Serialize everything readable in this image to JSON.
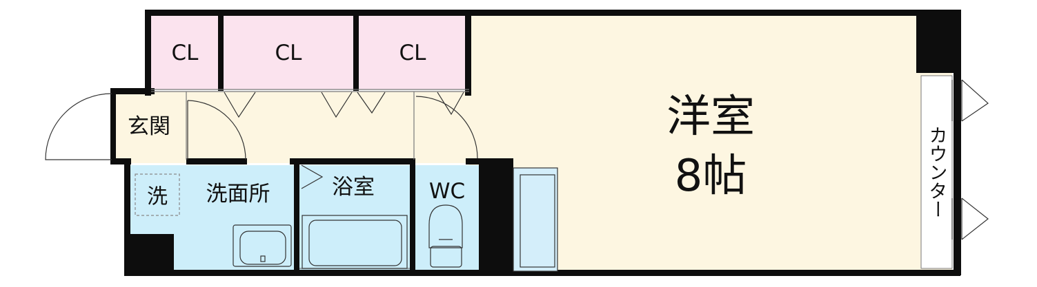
{
  "rooms": {
    "closet_1": "CL",
    "closet_2": "CL",
    "closet_3": "CL",
    "entrance": "玄関",
    "washing_machine": "洗",
    "washroom": "洗面所",
    "bathroom": "浴室",
    "toilet": "WC",
    "western_room_name": "洋室",
    "western_room_size": "8帖",
    "counter": "カウンター"
  },
  "colors": {
    "closet_fill": "#fbe3ee",
    "main_fill": "#fdf6e1",
    "wet_fill": "#cdeefa",
    "wall": "#0d0d0d"
  }
}
